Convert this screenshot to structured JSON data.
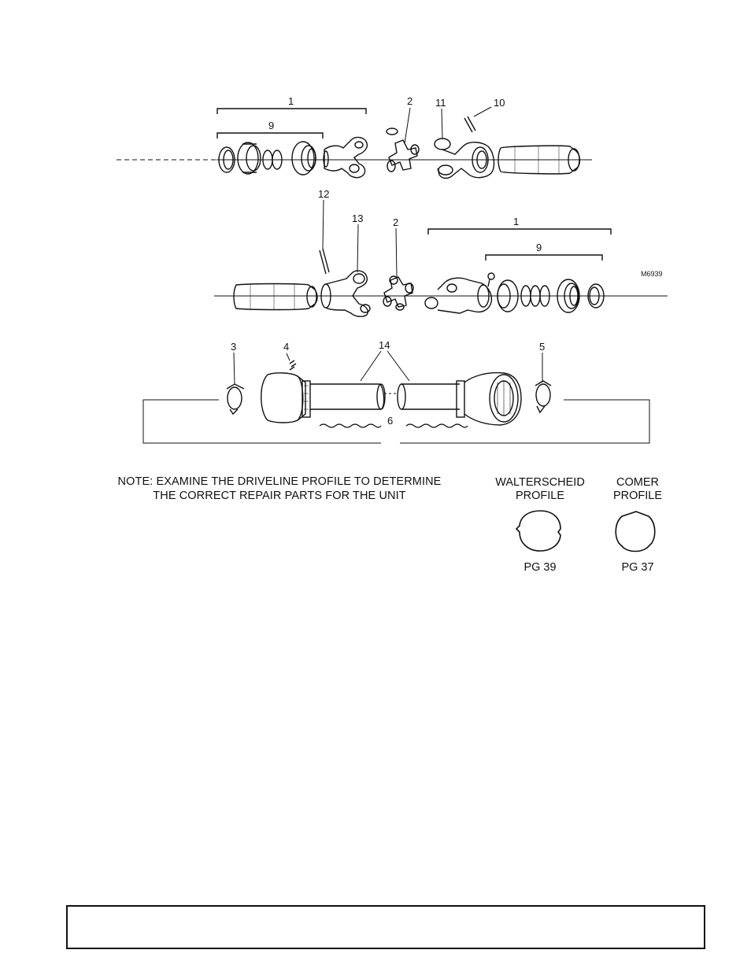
{
  "callouts": {
    "c_top_1": "1",
    "c_top_9": "9",
    "c_top_2": "2",
    "c_top_11": "11",
    "c_top_10": "10",
    "c_mid_12": "12",
    "c_mid_13": "13",
    "c_mid_2": "2",
    "c_mid_1": "1",
    "c_mid_9": "9",
    "c_bot_3": "3",
    "c_bot_4": "4",
    "c_bot_14": "14",
    "c_bot_5": "5",
    "c_bot_6": "6"
  },
  "drawing_code": "M6939",
  "note": {
    "line1": "NOTE: EXAMINE THE DRIVELINE PROFILE TO DETERMINE",
    "line2": "THE CORRECT REPAIR PARTS FOR THE UNIT"
  },
  "profiles": {
    "walterscheid": {
      "line1": "WALTERSCHEID",
      "line2": "PROFILE",
      "page": "PG 39"
    },
    "comer": {
      "line1": "COMER",
      "line2": "PROFILE",
      "page": "PG 37"
    }
  },
  "footer": {
    "text": ""
  }
}
